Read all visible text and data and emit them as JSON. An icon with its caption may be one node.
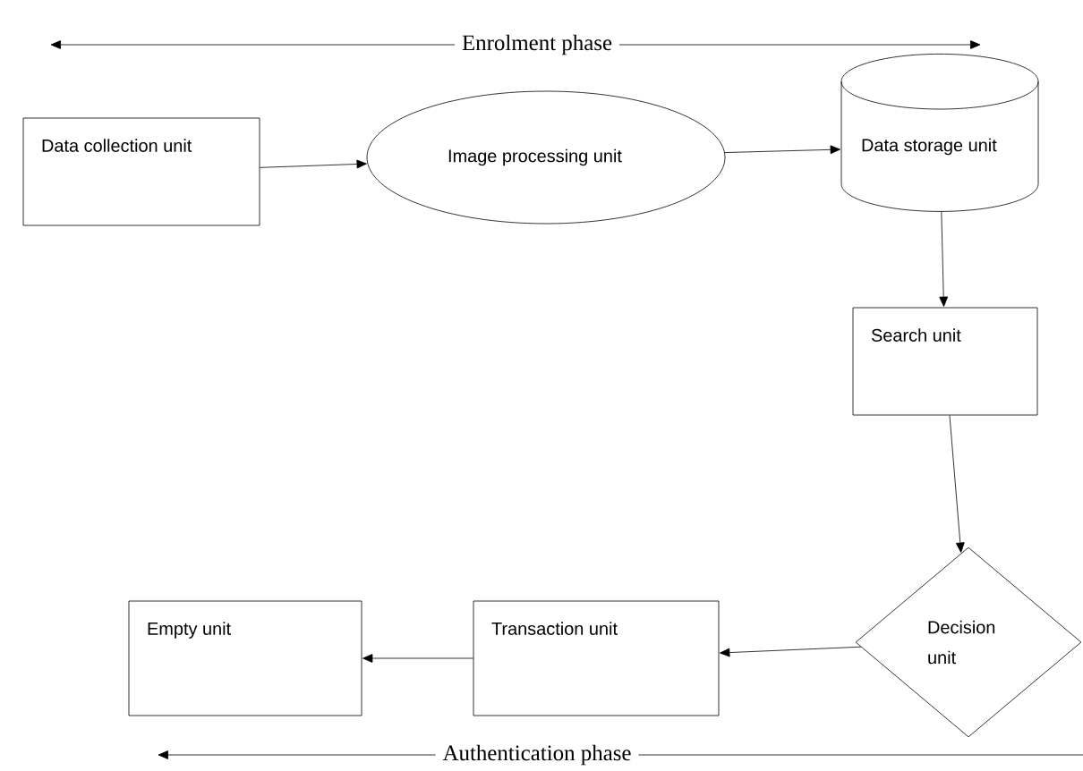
{
  "diagram": {
    "nodes": [
      {
        "text": [
          "Data collection unit"
        ]
      },
      {
        "text": [
          "Image processing unit"
        ]
      },
      {
        "text": [
          "Data storage unit"
        ]
      },
      {
        "text": [
          "Search unit"
        ]
      },
      {
        "text": [
          "Decision unit"
        ]
      },
      {
        "text": [
          "Transaction unit"
        ]
      },
      {
        "text": [
          "Empty unit"
        ]
      }
    ],
    "edges": [
      {
        "from": 0,
        "to": 1,
        "arrow": "to"
      },
      {
        "from": 1,
        "to": 2,
        "arrow": "to"
      },
      {
        "from": 2,
        "to": 3,
        "arrow": "to"
      },
      {
        "from": 3,
        "to": 4,
        "arrow": "to"
      },
      {
        "from": 4,
        "to": 5,
        "arrow": "to"
      },
      {
        "from": 5,
        "to": 6,
        "arrow": "to"
      }
    ],
    "labels": [
      "Enrolment phase",
      "Authentication phase"
    ]
  }
}
